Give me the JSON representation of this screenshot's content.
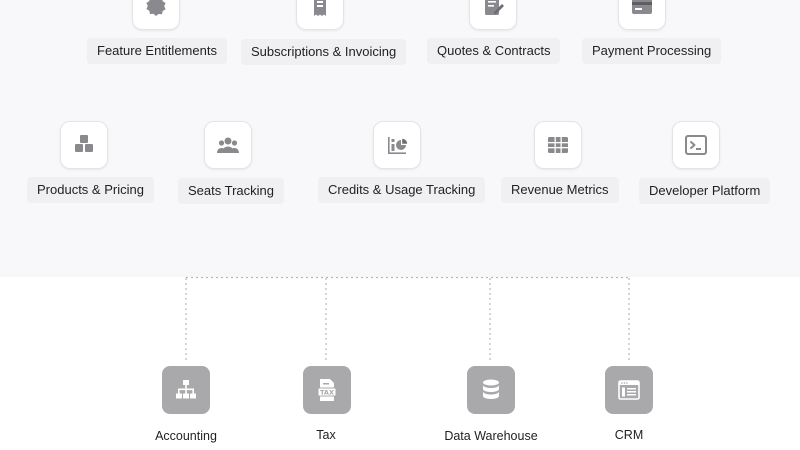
{
  "platform_features": {
    "row1": [
      {
        "label": "Feature Entitlements",
        "icon": "badge-icon"
      },
      {
        "label": "Subscriptions & Invoicing",
        "icon": "receipt-icon"
      },
      {
        "label": "Quotes & Contracts",
        "icon": "contract-edit-icon"
      },
      {
        "label": "Payment Processing",
        "icon": "credit-card-icon"
      }
    ],
    "row2": [
      {
        "label": "Products & Pricing",
        "icon": "boxes-icon"
      },
      {
        "label": "Seats Tracking",
        "icon": "users-icon"
      },
      {
        "label": "Credits & Usage Tracking",
        "icon": "usage-chart-icon"
      },
      {
        "label": "Revenue Metrics",
        "icon": "table-grid-icon"
      },
      {
        "label": "Developer Platform",
        "icon": "terminal-icon"
      }
    ]
  },
  "integrations": [
    {
      "label": "Accounting",
      "icon": "hierarchy-icon"
    },
    {
      "label": "Tax",
      "icon": "tax-document-icon"
    },
    {
      "label": "Data Warehouse",
      "icon": "database-icon"
    },
    {
      "label": "CRM",
      "icon": "crm-window-icon"
    }
  ],
  "colors": {
    "panel_background": "#f8f7f9",
    "pill_background": "#f0eff2",
    "integration_tile": "#a9a9ab",
    "connector_line": "#b8b8bc"
  }
}
